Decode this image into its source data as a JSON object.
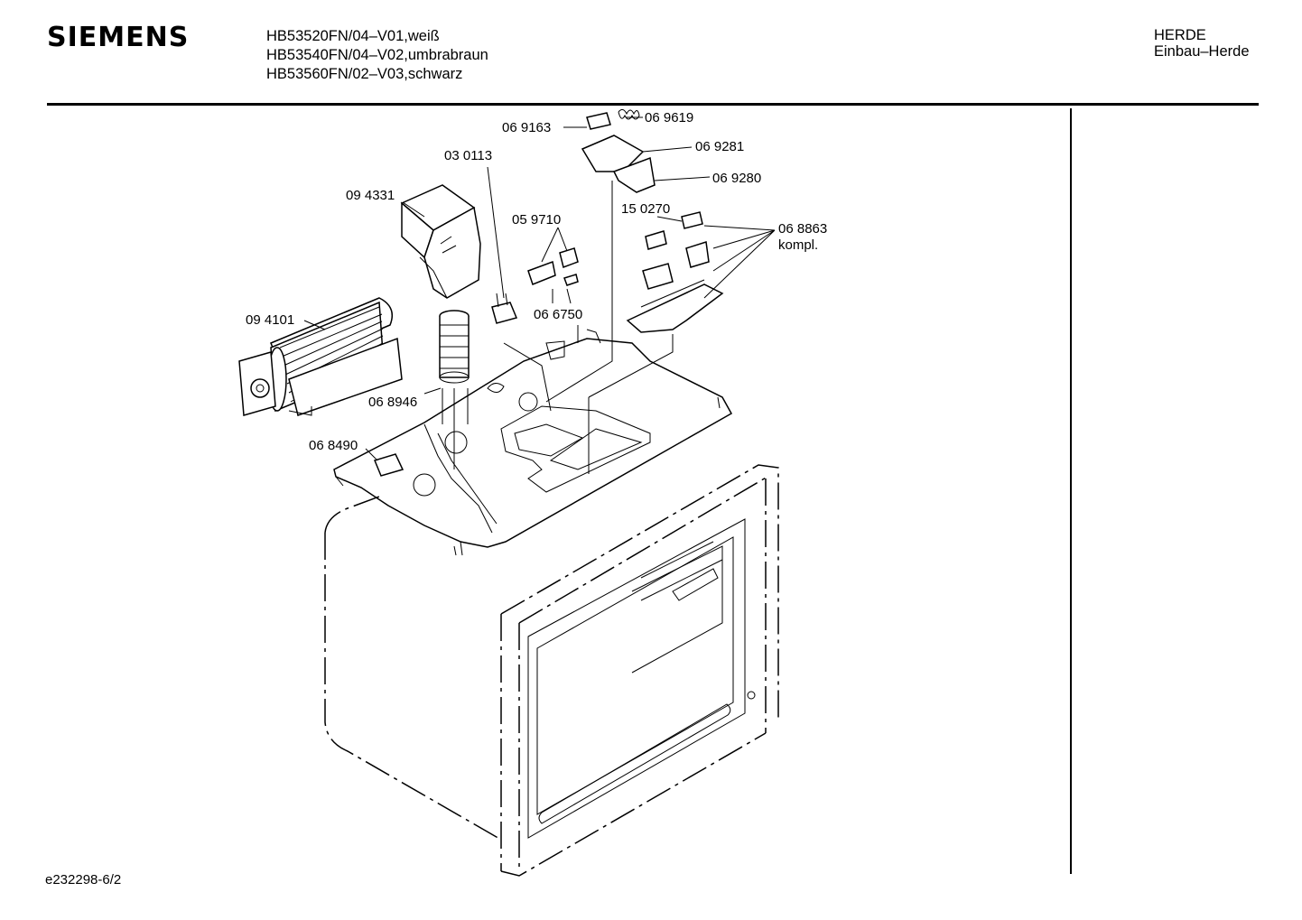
{
  "header": {
    "brand": "SIEMENS",
    "models": [
      "HB53520FN/04–V01,weiß",
      "HB53540FN/04–V02,umbrabraun",
      "HB53560FN/02–V03,schwarz"
    ],
    "category_line1": "HERDE",
    "category_line2": "Einbau–Herde"
  },
  "parts": {
    "p069163": "06 9163",
    "p069619": "06 9619",
    "p069281": "06 9281",
    "p030113": "03 0113",
    "p069280": "06 9280",
    "p094331": "09 4331",
    "p059710": "05 9710",
    "p150270": "15 0270",
    "p068863": "06 8863",
    "p068863_note": "kompl.",
    "p094101": "09 4101",
    "p066750": "06 6750",
    "p068946": "06 8946",
    "p068490": "06 8490"
  },
  "footer": {
    "doc_id": "e232298-6/2"
  }
}
